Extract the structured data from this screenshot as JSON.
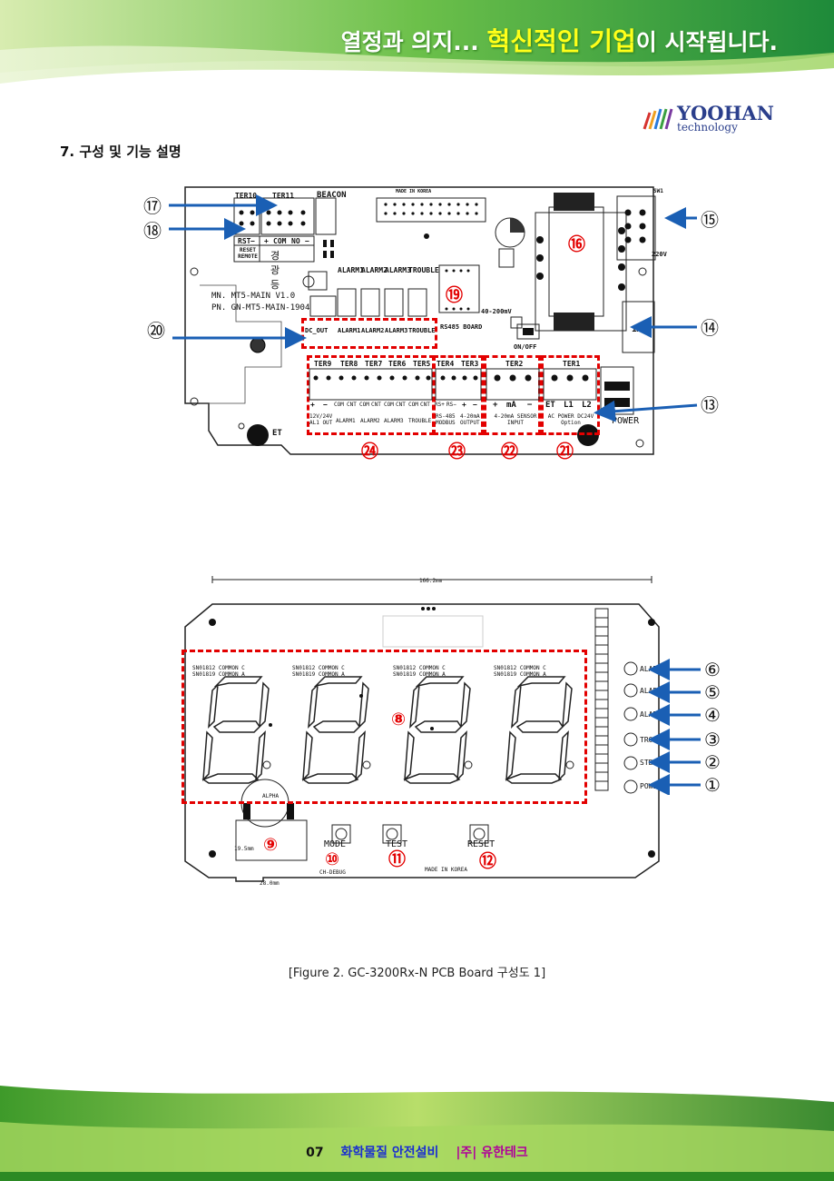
{
  "header": {
    "slogan_prefix": "열정과 의지...",
    "slogan_highlight": "혁신적인 기업",
    "slogan_suffix": "이 시작됩니다.",
    "brand_logo_text": "YOOHAN",
    "brand_logo_sub": "technology"
  },
  "section": {
    "title": "7. 구성 및 기능 설명"
  },
  "board1": {
    "made_in": "MADE IN KOREA",
    "model_line": "MN. MT5-MAIN V1.0",
    "pn_line": "PN. GN-MT5-MAIN-1904",
    "sw": "SW1",
    "volt": "220V",
    "fuse": "1A",
    "power": "POWER",
    "et": "ET",
    "beacon": "BEACON",
    "ter10": "TER10",
    "ter11": "TER11",
    "ter10_labels": [
      "RST",
      "−"
    ],
    "ter11_labels": [
      "+",
      "COM",
      "NO",
      "−"
    ],
    "reset_remote": "RESET REMOTE",
    "beacon_label": "경광등",
    "relay_heads": [
      "ALARM1",
      "ALARM2",
      "ALARM3",
      "TROUBLE"
    ],
    "rs485_board": "RS485 BOARD",
    "mv_range": "40-200mV",
    "on_off": "ON/OFF",
    "dc_out_row": [
      "DC_OUT",
      "ALARM1",
      "ALARM2",
      "ALARM3",
      "TROUBLE"
    ],
    "terminals": [
      {
        "name": "TER9",
        "pins": [
          "+",
          "−"
        ],
        "desc": "12V/24V AL1 OUT"
      },
      {
        "name": "TER8",
        "pins": [
          "COM",
          "CNT"
        ],
        "desc": "ALARM1"
      },
      {
        "name": "TER7",
        "pins": [
          "COM",
          "CNT"
        ],
        "desc": "ALARM2"
      },
      {
        "name": "TER6",
        "pins": [
          "COM",
          "CNT"
        ],
        "desc": "ALARM3"
      },
      {
        "name": "TER5",
        "pins": [
          "COM",
          "CNT"
        ],
        "desc": "TROUBLE"
      },
      {
        "name": "TER4",
        "pins": [
          "RS+",
          "RS−"
        ],
        "desc": "RS-485 MODBUS"
      },
      {
        "name": "TER3",
        "pins": [
          "+",
          "−"
        ],
        "desc": "4-20mA OUTPUT"
      },
      {
        "name": "TER2",
        "pins": [
          "+",
          "mA",
          "−"
        ],
        "desc": "4-20mA SENSOR INPUT"
      },
      {
        "name": "TER1",
        "pins": [
          "ET",
          "L1",
          "L2"
        ],
        "desc": "AC POWER DC24V Option"
      }
    ],
    "callouts": [
      "⑰",
      "⑱",
      "⑳",
      "⑮",
      "⑭",
      "⑬",
      "⑯",
      "⑲",
      "㉔",
      "㉓",
      "㉒",
      "㉑"
    ]
  },
  "board2": {
    "dimension": "166.2mm",
    "dim_h": "19.5mm",
    "dim_w": "28.0mm",
    "digit_headers": [
      "SN01812 COMMON C",
      "SN01819 COMMON A"
    ],
    "leds": [
      "ALARM3",
      "ALARM2",
      "ALARM1",
      "TROUBLE",
      "STB",
      "POWER"
    ],
    "alpha": "ALPHA",
    "buttons": [
      "MODE",
      "TEST",
      "RESET"
    ],
    "debug": "CH-DEBUG",
    "made_in": "MADE IN KOREA",
    "callouts": [
      "⑥",
      "⑤",
      "④",
      "③",
      "②",
      "①",
      "⑧",
      "⑨",
      "⑩",
      "⑪",
      "⑫"
    ]
  },
  "caption": "[Figure 2. GC-3200Rx-N PCB Board 구성도 1]",
  "footer": {
    "page": "07",
    "text1": "화학물질 안전설비",
    "text2": "|주| 유한테크"
  },
  "colors": {
    "accent_red": "#e30000",
    "arrow_blue": "#1a5fb4",
    "green": "#5cb85c",
    "footer_blue": "#1a2fd0",
    "footer_magenta": "#b0009a"
  }
}
